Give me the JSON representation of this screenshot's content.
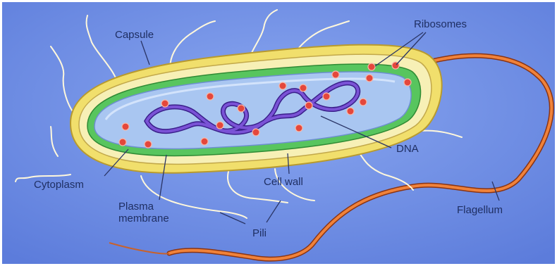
{
  "diagram": {
    "labels": {
      "capsule": "Capsule",
      "ribosomes": "Ribosomes",
      "dna": "DNA",
      "cytoplasm": "Cytoplasm",
      "cell_wall": "Cell wall",
      "plasma_membrane": [
        "Plasma",
        "membrane"
      ],
      "pili": "Pili",
      "flagellum": "Flagellum"
    },
    "colors": {
      "background": "#6f8fe4",
      "capsule": "#f1df6c",
      "cell_wall": "#f7f0b6",
      "plasma_membrane": "#58c55e",
      "cytoplasm": "#a9c6f1",
      "dna": "#6a3fc4",
      "ribosome": "#e4473c",
      "flagellum": "#e8742f",
      "pili": "#fff8dc",
      "leader_lines": "#2a3566",
      "label_text": "#1f2f63"
    }
  }
}
